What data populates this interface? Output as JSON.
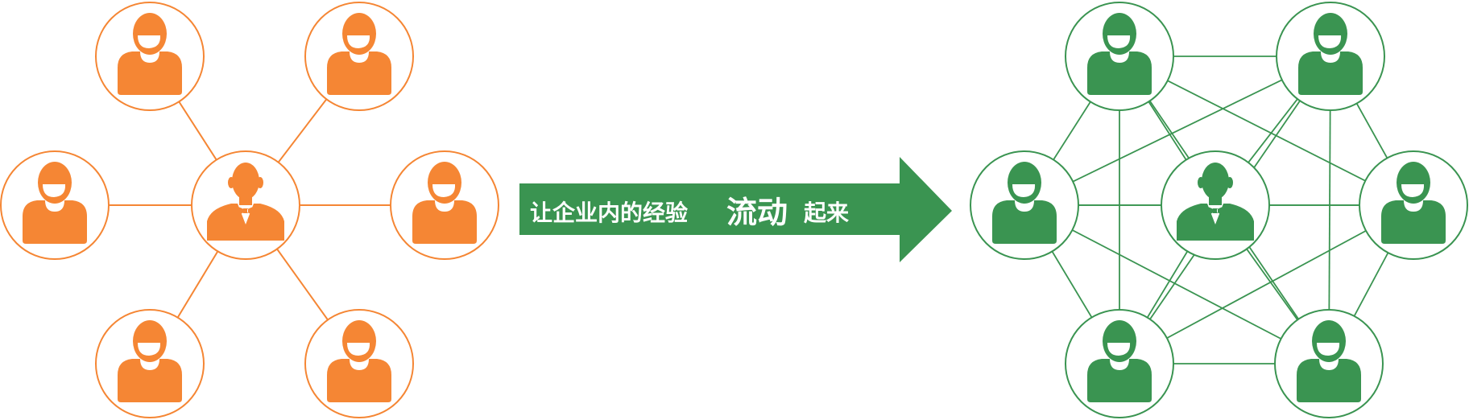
{
  "colors": {
    "hub_network": "#f58634",
    "mesh_network": "#3a9451",
    "arrow": "#3a9451",
    "arrow_text": "#ffffff",
    "background": "#ffffff"
  },
  "arrow": {
    "text_part1": "让企业内的经验",
    "text_part2": "流动",
    "text_part3": "起来"
  },
  "hub_network": {
    "center": {
      "icon": "manager-bowtie-icon"
    },
    "nodes": [
      {
        "icon": "person-icon"
      },
      {
        "icon": "person-icon"
      },
      {
        "icon": "person-icon"
      },
      {
        "icon": "person-icon"
      },
      {
        "icon": "person-icon"
      },
      {
        "icon": "person-icon"
      }
    ]
  },
  "mesh_network": {
    "center": {
      "icon": "manager-bowtie-icon"
    },
    "nodes": [
      {
        "icon": "person-icon"
      },
      {
        "icon": "person-icon"
      },
      {
        "icon": "person-icon"
      },
      {
        "icon": "person-icon"
      },
      {
        "icon": "person-icon"
      },
      {
        "icon": "person-icon"
      }
    ]
  }
}
